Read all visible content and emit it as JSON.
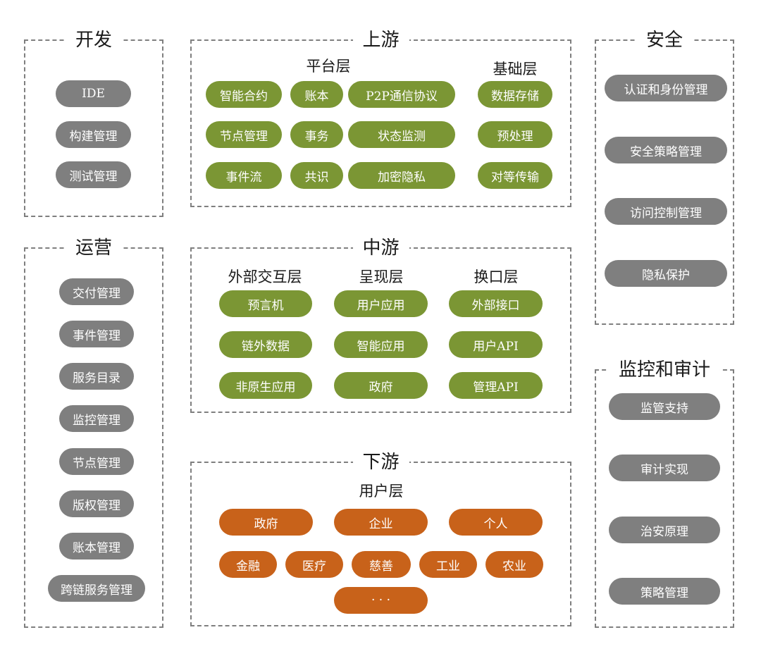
{
  "sections": {
    "dev": {
      "title": "开发",
      "items": [
        "IDE",
        "构建管理",
        "测试管理"
      ]
    },
    "ops": {
      "title": "运营",
      "items": [
        "交付管理",
        "事件管理",
        "服务目录",
        "监控管理",
        "节点管理",
        "版权管理",
        "账本管理",
        "跨链服务管理"
      ]
    },
    "upstream": {
      "title": "上游",
      "platform_label": "平台层",
      "base_label": "基础层",
      "platform_items": [
        "智能合约",
        "账本",
        "P2P通信协议",
        "节点管理",
        "事务",
        "状态监测",
        "事件流",
        "共识",
        "加密隐私"
      ],
      "base_items": [
        "数据存储",
        "预处理",
        "对等传输"
      ]
    },
    "midstream": {
      "title": "中游",
      "external_label": "外部交互层",
      "present_label": "呈现层",
      "interface_label": "换口层",
      "external_items": [
        "预言机",
        "链外数据",
        "非原生应用"
      ],
      "present_items": [
        "用户应用",
        "智能应用",
        "政府"
      ],
      "interface_items": [
        "外部接口",
        "用户API",
        "管理API"
      ]
    },
    "downstream": {
      "title": "下游",
      "user_label": "用户层",
      "row1": [
        "政府",
        "企业",
        "个人"
      ],
      "row2": [
        "金融",
        "医疗",
        "慈善",
        "工业",
        "农业"
      ],
      "more": "· · ·"
    },
    "security": {
      "title": "安全",
      "items": [
        "认证和身份管理",
        "安全策略管理",
        "访问控制管理",
        "隐私保护"
      ]
    },
    "audit": {
      "title": "监控和审计",
      "items": [
        "监管支持",
        "审计实现",
        "治安原理",
        "策略管理"
      ]
    }
  },
  "colors": {
    "gray": "#7f7f7f",
    "green": "#7b9634",
    "orange": "#c8621a",
    "border": "#7f7f7f"
  }
}
